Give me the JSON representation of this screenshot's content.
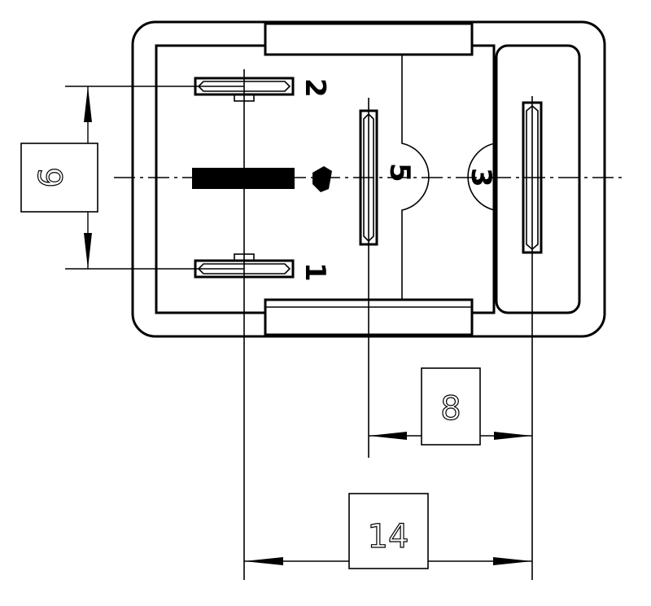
{
  "pins": {
    "p1": "1",
    "p2": "2",
    "p3": "3",
    "p5": "5"
  },
  "dimensions": {
    "pin_pitch_vertical": "9",
    "pitch_5_to_3": "8",
    "pitch_1_to_3": "14"
  }
}
